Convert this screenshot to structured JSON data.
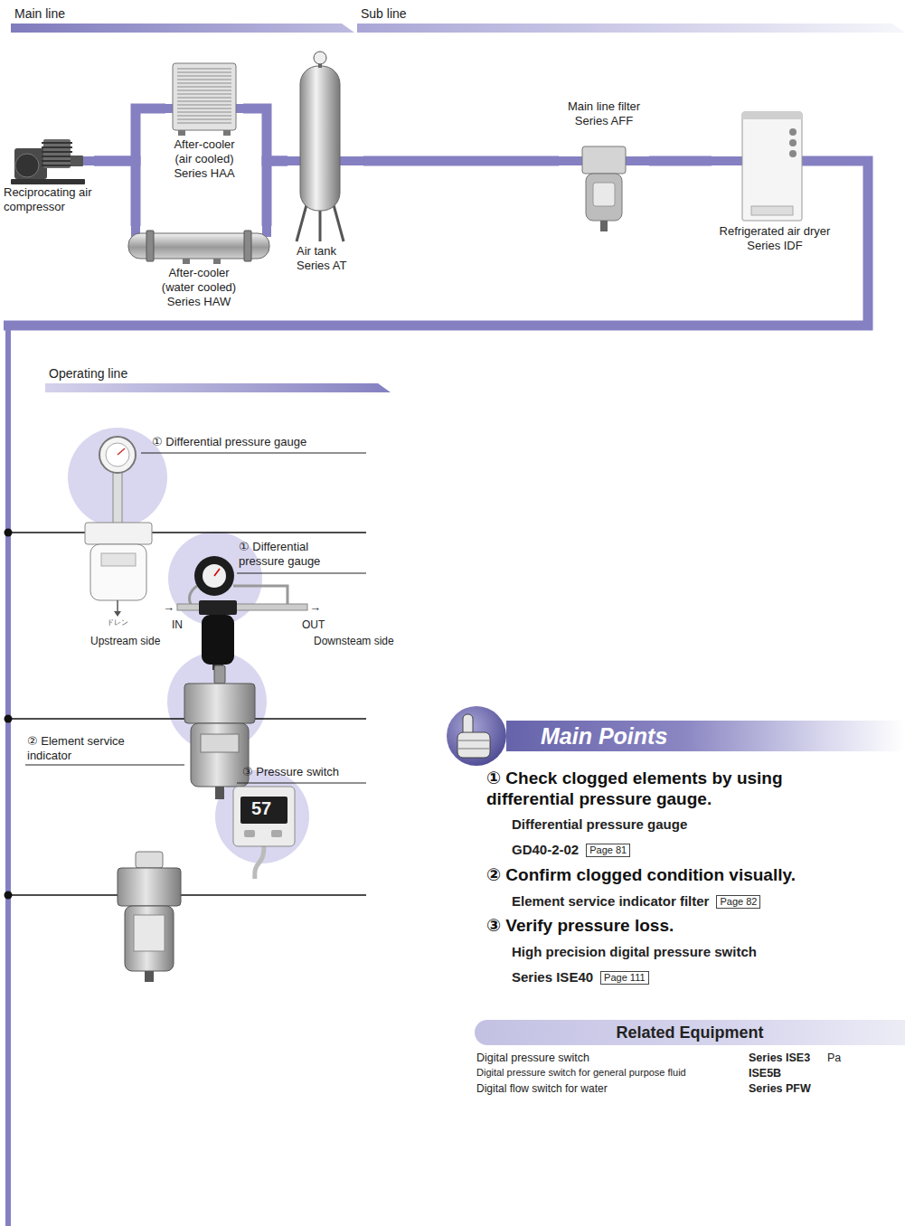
{
  "diagram": {
    "nodes": [
      {
        "text": [
          "Main line"
        ]
      },
      {
        "text": [
          "Sub line"
        ]
      },
      {
        "text": [
          "Reciprocating air compressor"
        ]
      },
      {
        "text": [
          "After-cooler (air cooled) Series HAA"
        ]
      },
      {
        "text": [
          "After-cooler (water cooled) Series HAW"
        ]
      },
      {
        "text": [
          "Air tank Series AT"
        ]
      },
      {
        "text": [
          "Main line filter Series AFF"
        ]
      },
      {
        "text": [
          "Refrigerated air dryer Series IDF"
        ]
      },
      {
        "text": [
          "Operating line"
        ]
      },
      {
        "text": [
          "Main Points"
        ]
      },
      {
        "text": [
          "Page 81"
        ]
      },
      {
        "text": [
          "Page 82"
        ]
      },
      {
        "text": [
          "Page 111"
        ]
      },
      {
        "text": [
          "Related Equipment"
        ]
      }
    ],
    "edges": [
      {
        "from": 2,
        "to": 3,
        "arrow": "none"
      },
      {
        "from": 2,
        "to": 4,
        "arrow": "none"
      },
      {
        "from": 3,
        "to": 5,
        "arrow": "none"
      },
      {
        "from": 4,
        "to": 5,
        "arrow": "none"
      },
      {
        "from": 5,
        "to": 6,
        "arrow": "none"
      },
      {
        "from": 6,
        "to": 7,
        "arrow": "none"
      }
    ],
    "labels": [
      "① Differential pressure gauge",
      "① Differential pressure gauge",
      "ドレン",
      "→",
      "IN",
      "Upstream side",
      "→",
      "OUT",
      "Downsteam side",
      "② Element service indicator",
      "③ Pressure switch",
      "57",
      "① Check clogged elements by using differential pressure gauge.",
      "Differential pressure gauge",
      "GD40-2-02",
      "② Confirm clogged condition visually.",
      "Element service indicator filter",
      "③ Verify pressure loss.",
      "High precision digital pressure switch",
      "Series ISE40",
      "Digital pressure switch",
      "Series ISE3",
      "Pa",
      "Digital pressure switch for general purpose fluid",
      "ISE5B",
      "Digital flow switch for water",
      "Series PFW"
    ]
  }
}
